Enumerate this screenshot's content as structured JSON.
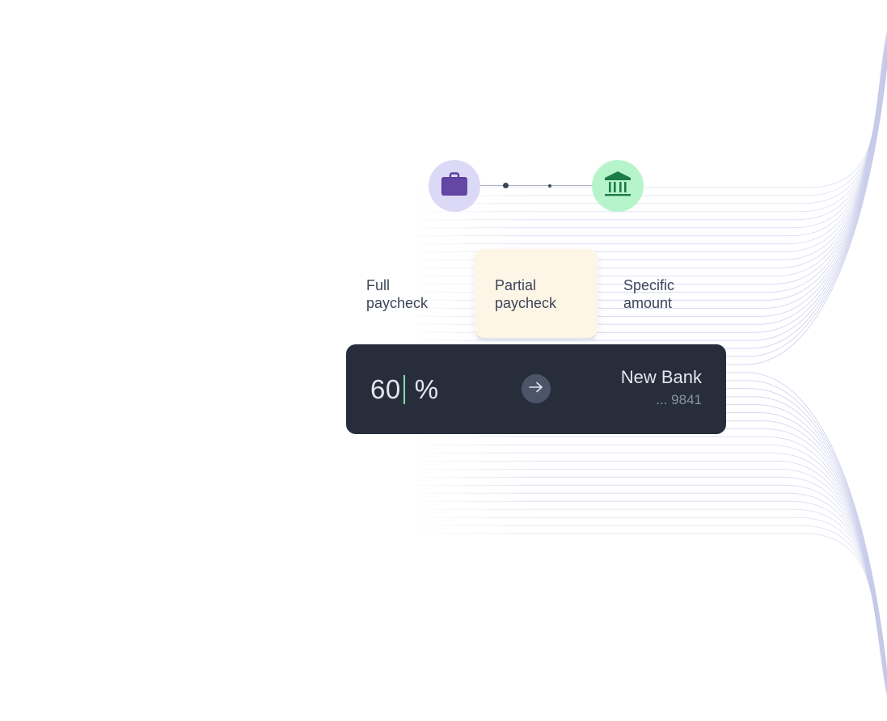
{
  "flow": {
    "source_icon": "briefcase-icon",
    "destination_icon": "bank-icon",
    "colors": {
      "source_circle": "#dcd9f7",
      "source_icon": "#5d3f9c",
      "destination_circle": "#b6f5cc",
      "destination_icon": "#1f7a4a"
    }
  },
  "options": [
    {
      "line1": "Full",
      "line2": "paycheck"
    },
    {
      "line1": "Partial",
      "line2": "paycheck",
      "selected": true
    },
    {
      "line1": "Specific",
      "line2": "amount"
    }
  ],
  "amount_card": {
    "value": "60",
    "unit": "%",
    "arrow_icon": "arrow-right-icon",
    "bank_name": "New Bank",
    "account_mask": "... 9841"
  },
  "colors": {
    "card_background": "#272d3b",
    "selected_option": "#fdf6e7",
    "caret": "#7fe0a6",
    "lines": "#c3c7e8"
  }
}
